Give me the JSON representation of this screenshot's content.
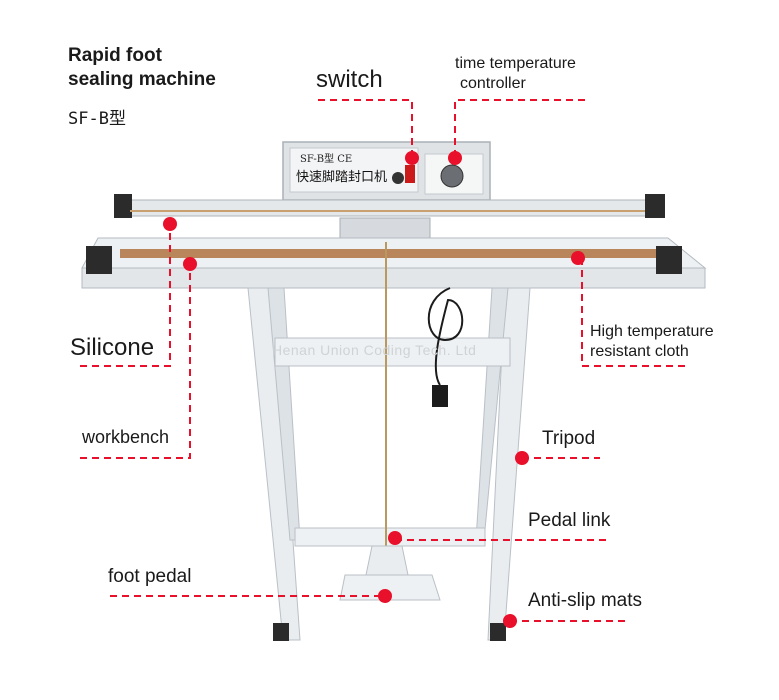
{
  "title": {
    "line1": "Rapid foot",
    "line2": "sealing machine",
    "model": "SF-B型"
  },
  "labels": {
    "switch": "switch",
    "controller_line1": "time temperature",
    "controller_line2": "controller",
    "silicone": "Silicone",
    "cloth_line1": "High temperature",
    "cloth_line2": "resistant cloth",
    "workbench": "workbench",
    "tripod": "Tripod",
    "pedal_link": "Pedal link",
    "foot_pedal": "foot pedal",
    "anti_slip": "Anti-slip mats"
  },
  "panel": {
    "model_text": "SF-B型 CE",
    "name_text": "快速脚踏封口机"
  },
  "watermark": "Henan Union Coding Tech. Ltd",
  "colors": {
    "marker": "#e8102a",
    "leader": "#e8102a",
    "frame": "#e9edf0",
    "frame_edge": "#b9c0c6",
    "heat_strip": "#b8865a"
  }
}
